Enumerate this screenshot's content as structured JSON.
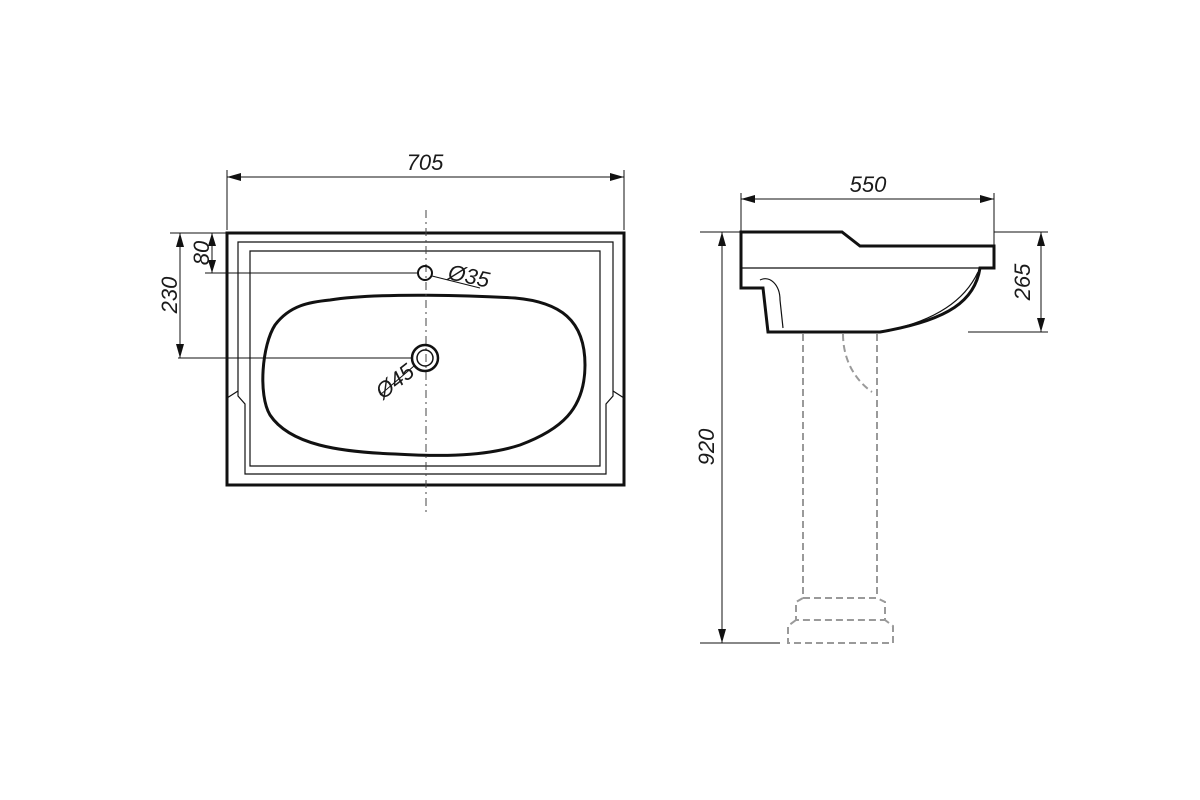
{
  "top_view": {
    "width_label": "705",
    "height_label_total": "230",
    "height_label_tap": "80",
    "tap_hole_label": "Ø35",
    "drain_hole_label": "Ø45"
  },
  "side_view": {
    "depth_label": "550",
    "basin_height_label": "265",
    "total_height_label": "920"
  }
}
